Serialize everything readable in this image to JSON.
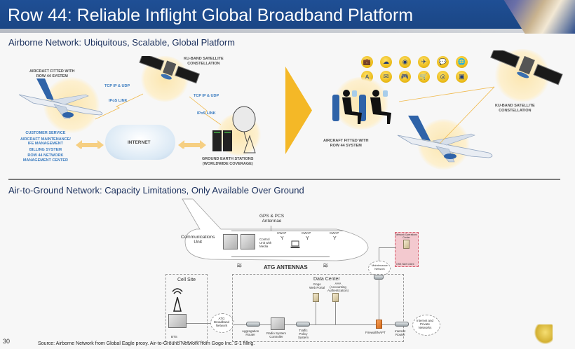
{
  "header": {
    "title": "Row 44: Reliable Inflight Global Broadband Platform"
  },
  "airborne": {
    "section_title": "Airborne Network: Ubiquitous, Scalable, Global Platform",
    "left_diagram": {
      "aircraft_label": [
        "AIRCRAFT FITTED WITH",
        "ROW 44 SYSTEM"
      ],
      "satellite_label": [
        "KU-BAND SATELLITE",
        "CONSTELLATION"
      ],
      "link1": {
        "protocol": "TCP IP & UDP",
        "link": "IPoS LINK"
      },
      "link2": {
        "protocol": "TCP IP & UDP",
        "link": "IPoS LINK"
      },
      "internet_label": "INTERNET",
      "ground_label": [
        "GROUND EARTH STATIONS",
        "(WORLDWIDE COVERAGE)"
      ],
      "services": [
        "CUSTOMER SERVICE",
        "AIRCRAFT MAINTENANCE/",
        "IFE MANAGEMENT",
        "BILLING SYSTEM",
        "ROW 44 NETWORK",
        "MANAGEMENT CENTER"
      ]
    },
    "right_diagram": {
      "aircraft_label": [
        "AIRCRAFT FITTED WITH",
        "ROW 44 SYSTEM"
      ],
      "satellite_label": [
        "KU-BAND SATELLITE",
        "CONSTELLATION"
      ],
      "service_icons": [
        "briefcase-icon",
        "weather-icon",
        "rss-icon",
        "flight-icon",
        "chat-icon",
        "globe-icon",
        "font-icon",
        "mail-icon",
        "gamepad-icon",
        "cart-icon",
        "dining-icon",
        "contact-icon"
      ],
      "service_glyphs": [
        "💼",
        "☁",
        "◉",
        "✈",
        "💬",
        "🌐",
        "A",
        "✉",
        "🎮",
        "🛒",
        "◎",
        "▣"
      ]
    },
    "colors": {
      "arrow": "#f4b827",
      "glow": "#fbe6b0",
      "label_blue": "#3a7bbf"
    }
  },
  "atg": {
    "section_title": "Air-to-Ground Network: Capacity Limitations, Only Available Over Ground",
    "gps_label": [
      "GPS & PCS",
      "Antennae"
    ],
    "comm_unit_label": [
      "Communications",
      "Unit"
    ],
    "control_unit_label": [
      "Control",
      "Unit with",
      "Media"
    ],
    "cwap_labels": [
      "CWAP",
      "CWAP",
      "CWAP"
    ],
    "atg_antennas_label": "ATG ANTENNAS",
    "cell_site_label": "Cell Site",
    "bts_label": "BTS",
    "atg_network_label": [
      "ATG",
      "Broadband",
      "Network"
    ],
    "aggregation_router_label": [
      "Aggregation",
      "Router"
    ],
    "radio_controller_label": [
      "Radio System",
      "Controller"
    ],
    "traffic_policy_label": [
      "Traffic",
      "Policy",
      "System"
    ],
    "data_center_label": "Data Center",
    "web_portal_label": [
      "Gogo",
      "Web Portal"
    ],
    "aaa_label": [
      "AAA",
      "(Accounting",
      "Authentication)"
    ],
    "maintenance_label": [
      "Maintenance",
      "Network"
    ],
    "noc_label": [
      "Network Operations",
      "Center"
    ],
    "oss_label": "OSS NAS Client",
    "firewall_label": "Firewall/NAPT",
    "internet_router_label": [
      "Internet",
      "Router"
    ],
    "internet_networks_label": [
      "Internet and",
      "Private",
      "Networks"
    ]
  },
  "footer": {
    "page_number": "30",
    "source": "Source: Airborne Network from Global Eagle proxy. Air-to-Ground Network from Gogo Inc. S-1 filing."
  }
}
